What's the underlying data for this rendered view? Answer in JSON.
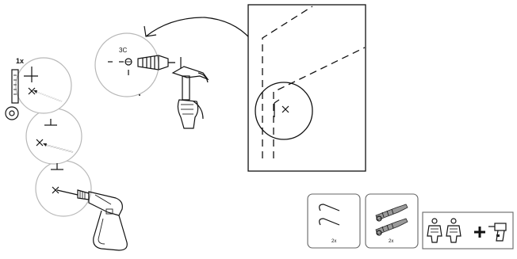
{
  "steps": {
    "quantity_label": "1x",
    "detail_label": "3C"
  },
  "parts": {
    "hook_qty": "2x",
    "anchor_qty": "2x"
  },
  "icons": {
    "pencil": "pencil-icon",
    "drill": "drill-icon",
    "hammer": "hammer-icon",
    "hook": "hook-icon",
    "wall_plug": "wall-plug-icon",
    "people": "two-people-icon",
    "plus": "plus-icon"
  }
}
